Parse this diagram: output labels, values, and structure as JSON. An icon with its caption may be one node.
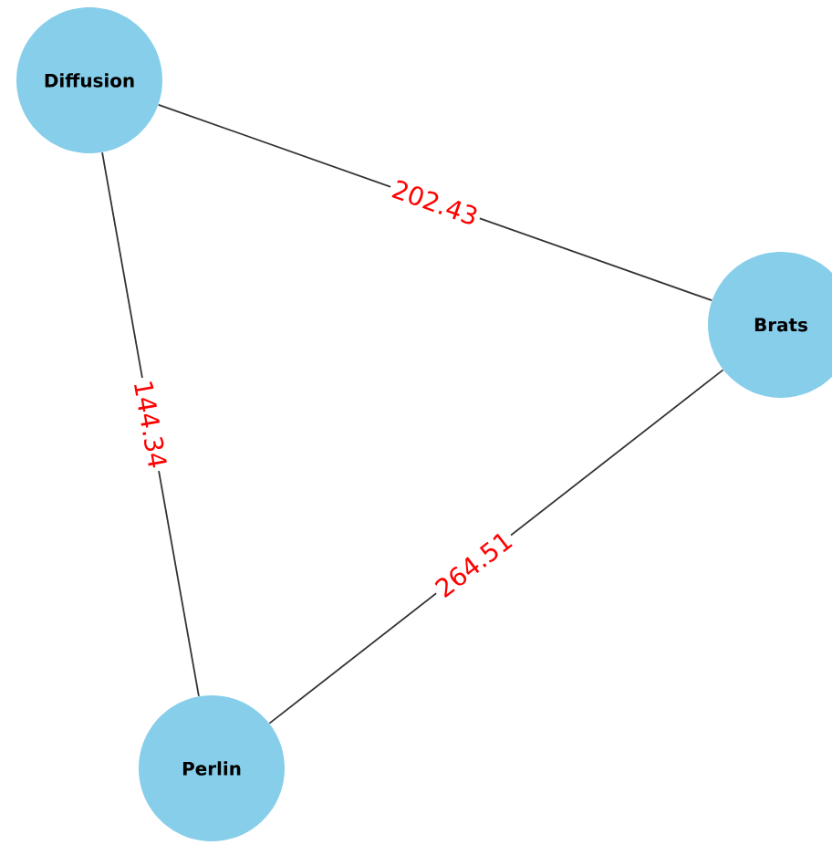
{
  "diagram": {
    "nodes": [
      {
        "text": [
          "Diffusion"
        ]
      },
      {
        "text": [
          "Brats"
        ]
      },
      {
        "text": [
          "Perlin"
        ]
      }
    ],
    "edges": [
      {
        "from": 0,
        "to": 1,
        "arrow": "none",
        "label": "202.43"
      },
      {
        "from": 0,
        "to": 2,
        "arrow": "none",
        "label": "144.34"
      },
      {
        "from": 1,
        "to": 2,
        "arrow": "none",
        "label": "264.51"
      }
    ]
  }
}
